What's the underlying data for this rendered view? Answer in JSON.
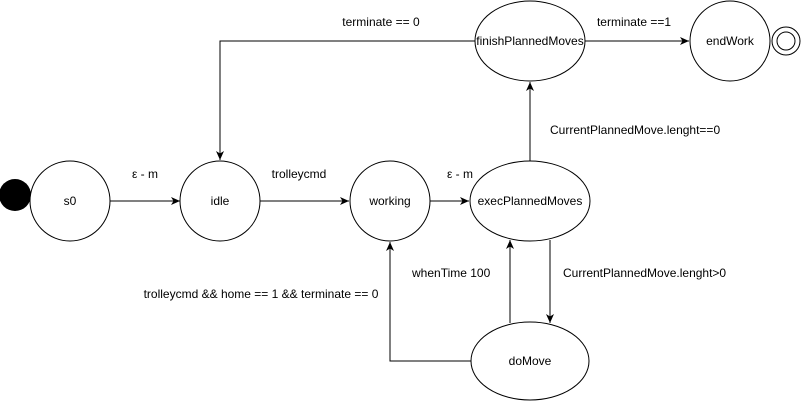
{
  "states": {
    "s0": "s0",
    "idle": "idle",
    "working": "working",
    "execPlannedMoves": "execPlannedMoves",
    "finishPlannedMoves": "finishPlannedMoves",
    "endWork": "endWork",
    "doMove": "doMove"
  },
  "transitions": {
    "s0_to_idle": "ε - m",
    "idle_to_working": "trolleycmd",
    "working_to_exec": "ε - m",
    "exec_to_finish": "CurrentPlannedMove.lenght==0",
    "finish_to_idle": "terminate == 0",
    "finish_to_endwork": "terminate ==1",
    "exec_to_domove": "CurrentPlannedMove.lenght>0",
    "domove_to_exec": "whenTime 100",
    "domove_to_working": "trolleycmd  && home == 1 && terminate == 0"
  },
  "colors": {
    "stroke": "#000000",
    "fill": "#ffffff",
    "initial": "#000000"
  }
}
